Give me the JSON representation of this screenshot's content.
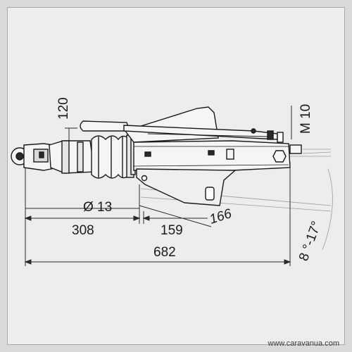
{
  "dimensions": {
    "vertical_120": "120",
    "m10": "M 10",
    "diameter_13": "Ø 13",
    "d308": "308",
    "d159": "159",
    "d166": "166",
    "d682": "682",
    "angle": "8 °-17°"
  },
  "watermark": "www.caravanua.com"
}
